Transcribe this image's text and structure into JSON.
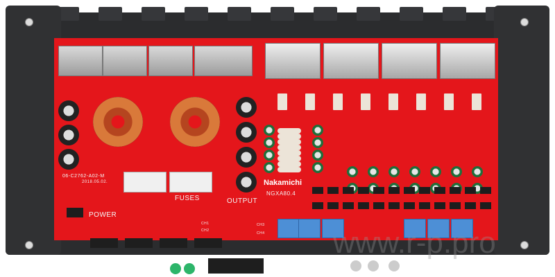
{
  "board": {
    "part_number": "06-C2762-A02-M",
    "date_code": "2018.05.02.",
    "brand": "Nakamichi",
    "model": "NGXA80.4",
    "fuses_label": "FUSES",
    "output_label": "OUTPUT",
    "power_label": "POWER",
    "channel_labels": [
      "CH1",
      "CH2",
      "CH3",
      "CH4"
    ]
  },
  "watermark": "www.r-p.pro",
  "colors": {
    "pcb": "#e4161b",
    "chassis": "#2b2c2e",
    "relay": "#4d8fd6"
  }
}
